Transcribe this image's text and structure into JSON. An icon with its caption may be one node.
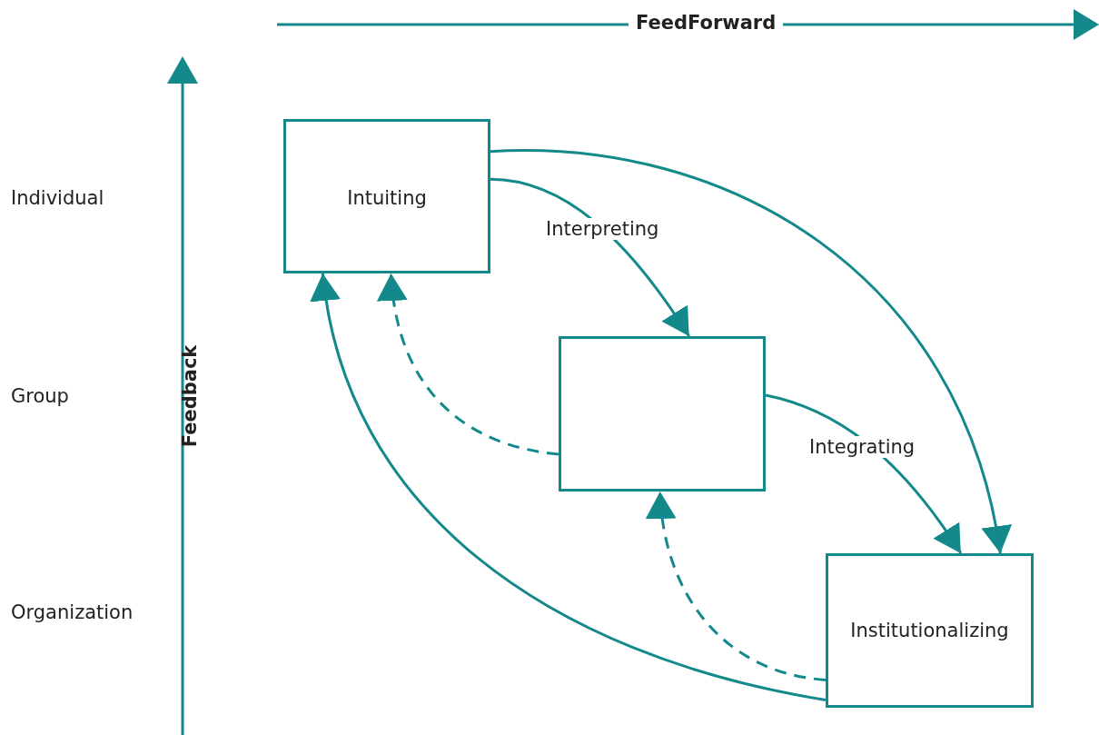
{
  "diagram": {
    "nodes": [
      {
        "text": [
          "Intuiting"
        ]
      },
      {
        "text": [],
        "shape": "box"
      },
      {
        "text": [
          "Institutionalizing"
        ]
      }
    ],
    "edges": [
      {
        "from": 0,
        "to": 1,
        "arrow": "to",
        "label": "Interpreting"
      },
      {
        "from": 1,
        "to": 2,
        "arrow": "to",
        "label": "Integrating"
      },
      {
        "from": 0,
        "to": 2,
        "arrow": "to"
      },
      {
        "from": 2,
        "to": 0,
        "arrow": "to"
      },
      {
        "from": 1,
        "to": 0,
        "arrow": "to",
        "style": "dashed"
      },
      {
        "from": 2,
        "to": 1,
        "arrow": "to",
        "style": "dashed"
      }
    ],
    "labels": [
      "FeedForward",
      "Individual",
      "Feedback",
      "Group",
      "Organization"
    ]
  }
}
